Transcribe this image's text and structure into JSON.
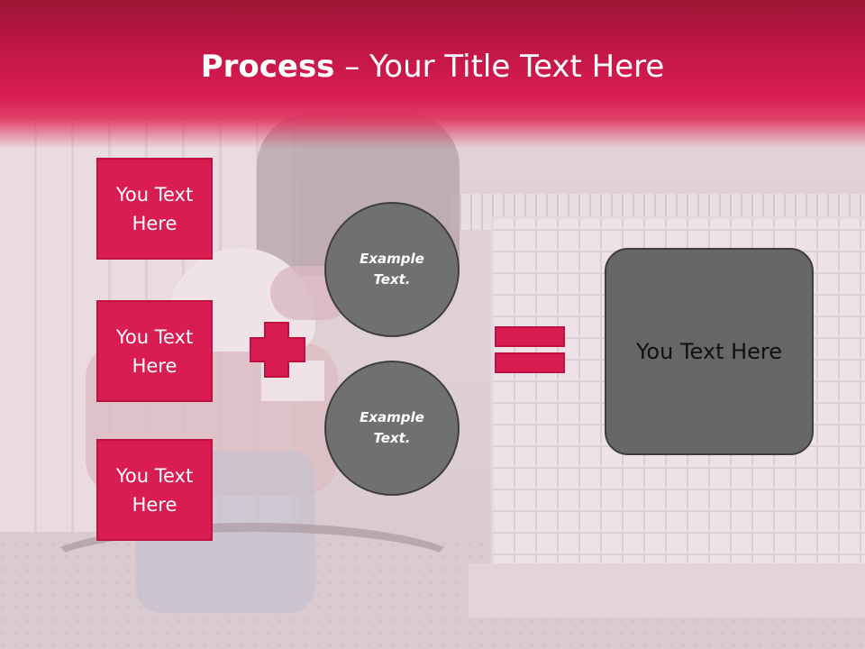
{
  "slide": {
    "title_bold": "Process",
    "title_rest": " – Your Title Text Here",
    "left_boxes": [
      "You Text Here",
      "You Text Here",
      "You Text Here"
    ],
    "circles": [
      "Example Text.",
      "Example Text."
    ],
    "result_text": "You Text Here"
  },
  "colors": {
    "accent": "#d91c52",
    "header_dark": "#9c1535",
    "circle_fill": "#707070",
    "result_fill": "#676767"
  },
  "icons": [
    "plus-icon",
    "equals-icon"
  ]
}
